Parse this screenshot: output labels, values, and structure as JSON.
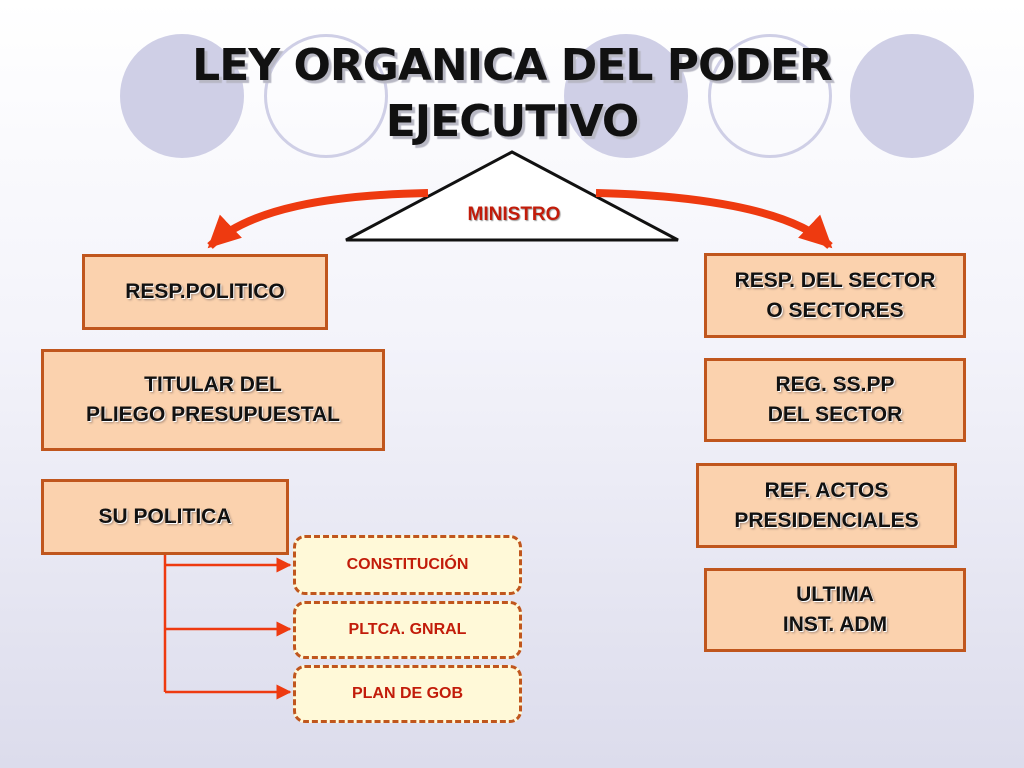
{
  "title": {
    "line1": "LEY ORGANICA DEL PODER",
    "line2": "EJECUTIVO"
  },
  "apex": {
    "label": "MINISTRO"
  },
  "left_column": {
    "resp_politico": "RESP.POLITICO",
    "titular": "TITULAR DEL\nPLIEGO PRESUPUESTAL",
    "su_politica": "SU POLITICA"
  },
  "sub_items": [
    "CONSTITUCIÓN",
    "PLTCA. GNRAL",
    "PLAN DE GOB"
  ],
  "right_column": {
    "resp_sector": "RESP. DEL SECTOR\nO SECTORES",
    "reg_sspp": "REG. SS.PP\n DEL SECTOR",
    "ref_actos": "REF. ACTOS\nPRESIDENCIALES",
    "ultima": "ULTIMA\nINST. ADM"
  },
  "colors": {
    "box_fill": "#fbd2ae",
    "box_border": "#c0561d",
    "arrow": "#ee3a10",
    "pill_fill": "#fff9d8",
    "pill_text": "#c21c0a",
    "circle": "#cfcfe6"
  }
}
